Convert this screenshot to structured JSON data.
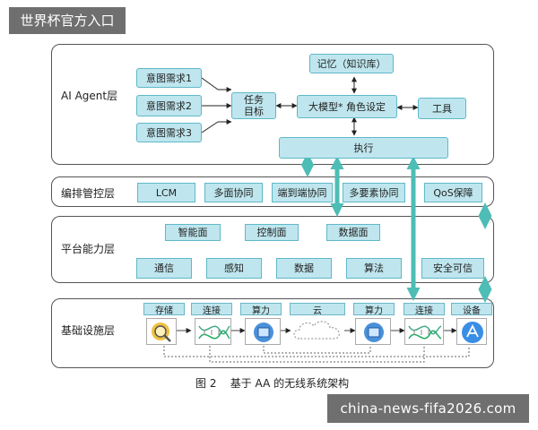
{
  "watermarks": {
    "top": "世界杯官方入口",
    "bottom": "china-news-fifa2026.com"
  },
  "layers": {
    "agent": "AI Agent层",
    "orchestration": "编排管控层",
    "platform": "平台能力层",
    "infrastructure": "基础设施层"
  },
  "agent": {
    "intents": [
      "意图需求1",
      "意图需求2",
      "意图需求3"
    ],
    "task": "任务\n目标",
    "memory": "记忆（知识库）",
    "model": "大模型* 角色设定",
    "tools": "工具",
    "execute": "执行"
  },
  "orchestration": {
    "items": [
      "LCM",
      "多面协同",
      "端到端协同",
      "多要素协同",
      "QoS保障"
    ]
  },
  "platform": {
    "planes": [
      "智能面",
      "控制面",
      "数据面"
    ],
    "capabilities": [
      "通信",
      "感知",
      "数据",
      "算法",
      "安全可信"
    ]
  },
  "infrastructure": {
    "captions": [
      "存储",
      "连接",
      "算力",
      "云",
      "算力",
      "连接",
      "设备"
    ]
  },
  "figure_caption": "图 2    基于 AA 的无线系统架构",
  "colors": {
    "box_fill": "#bfe6ee",
    "box_border": "#5fb8c8",
    "thick_arrow": "#4dbdb5"
  }
}
